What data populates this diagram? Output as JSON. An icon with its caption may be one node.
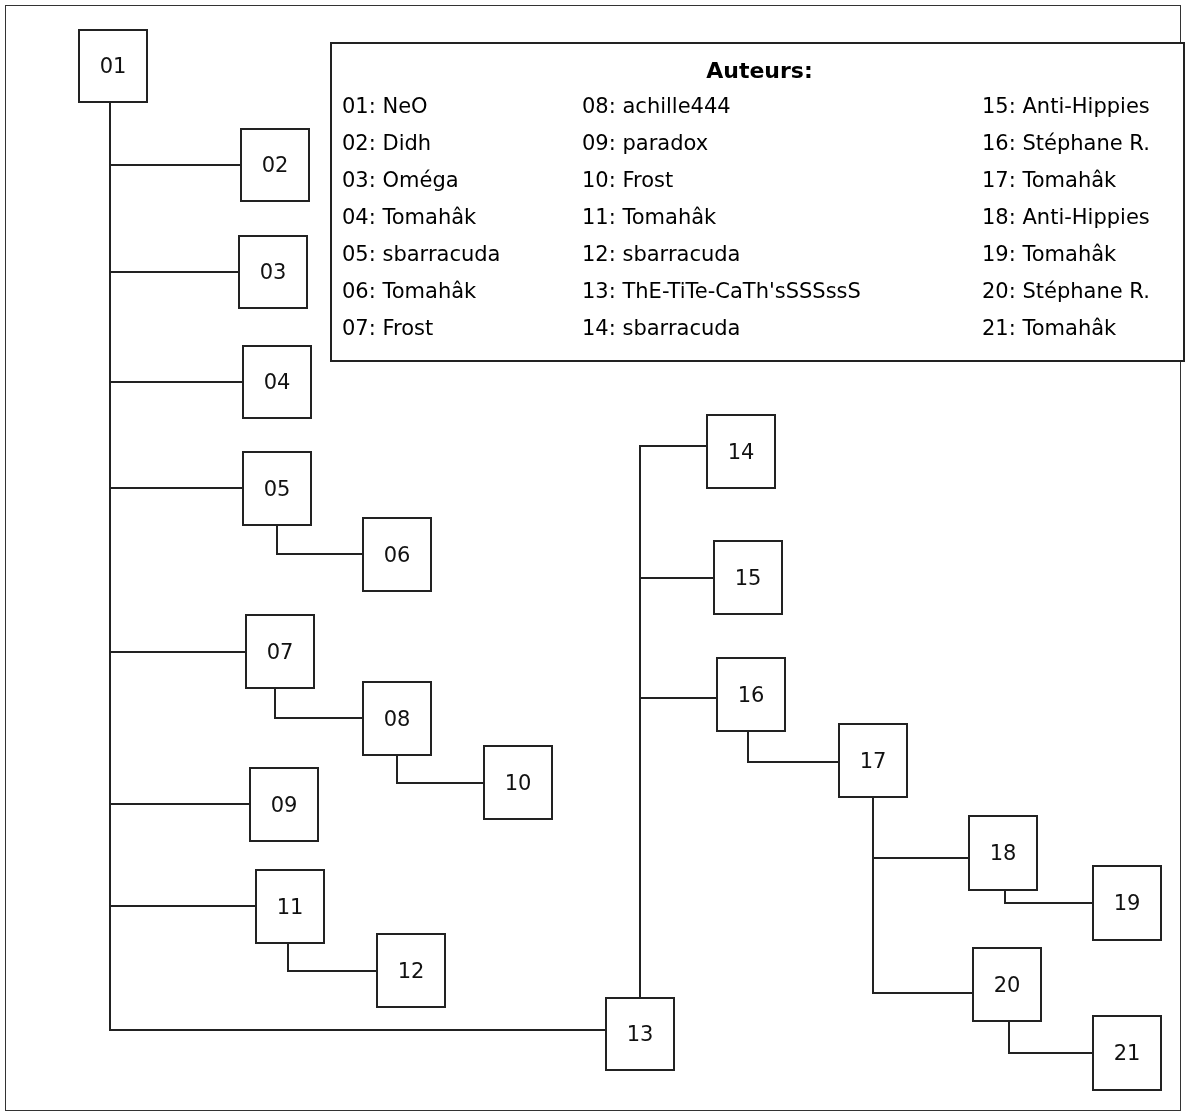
{
  "diagram": {
    "nodes": [
      {
        "text": [
          "01"
        ]
      },
      {
        "text": [
          "02"
        ]
      },
      {
        "text": [
          "03"
        ]
      },
      {
        "text": [
          "04"
        ]
      },
      {
        "text": [
          "05"
        ]
      },
      {
        "text": [
          "06"
        ]
      },
      {
        "text": [
          "07"
        ]
      },
      {
        "text": [
          "08"
        ]
      },
      {
        "text": [
          "09"
        ]
      },
      {
        "text": [
          "10"
        ]
      },
      {
        "text": [
          "11"
        ]
      },
      {
        "text": [
          "12"
        ]
      },
      {
        "text": [
          "13"
        ]
      },
      {
        "text": [
          "14"
        ]
      },
      {
        "text": [
          "15"
        ]
      },
      {
        "text": [
          "16"
        ]
      },
      {
        "text": [
          "17"
        ]
      },
      {
        "text": [
          "18"
        ]
      },
      {
        "text": [
          "19"
        ]
      },
      {
        "text": [
          "20"
        ]
      },
      {
        "text": [
          "21"
        ]
      },
      {
        "text": [
          "Auteurs:",
          "01: NeO",
          "02: Didh",
          "03: Oméga",
          "04: Tomahâk",
          "05: sbarracuda",
          "06: Tomahâk",
          "07: Frost",
          "08: achille444",
          "09: paradox",
          "10: Frost",
          "11: Tomahâk",
          "12: sbarracuda",
          "13: ThE-TiTe-CaTh'sSSSssS",
          "14: sbarracuda",
          "15: Anti-Hippies",
          "16: Stéphane R.",
          "17: Tomahâk",
          "18: Anti-Hippies",
          "19: Tomahâk",
          "20: Stéphane R.",
          "21: Tomahâk"
        ]
      }
    ],
    "edges": [
      {
        "from": 0,
        "to": 1,
        "arrow": "none"
      },
      {
        "from": 0,
        "to": 2,
        "arrow": "none"
      },
      {
        "from": 0,
        "to": 3,
        "arrow": "none"
      },
      {
        "from": 0,
        "to": 4,
        "arrow": "none"
      },
      {
        "from": 4,
        "to": 5,
        "arrow": "none"
      },
      {
        "from": 0,
        "to": 6,
        "arrow": "none"
      },
      {
        "from": 6,
        "to": 7,
        "arrow": "none"
      },
      {
        "from": 7,
        "to": 9,
        "arrow": "none"
      },
      {
        "from": 0,
        "to": 8,
        "arrow": "none"
      },
      {
        "from": 0,
        "to": 10,
        "arrow": "none"
      },
      {
        "from": 10,
        "to": 11,
        "arrow": "none"
      },
      {
        "from": 0,
        "to": 12,
        "arrow": "none"
      },
      {
        "from": 12,
        "to": 13,
        "arrow": "none"
      },
      {
        "from": 12,
        "to": 14,
        "arrow": "none"
      },
      {
        "from": 12,
        "to": 15,
        "arrow": "none"
      },
      {
        "from": 15,
        "to": 16,
        "arrow": "none"
      },
      {
        "from": 16,
        "to": 17,
        "arrow": "none"
      },
      {
        "from": 17,
        "to": 18,
        "arrow": "none"
      },
      {
        "from": 16,
        "to": 19,
        "arrow": "none"
      },
      {
        "from": 19,
        "to": 20,
        "arrow": "none"
      }
    ]
  }
}
